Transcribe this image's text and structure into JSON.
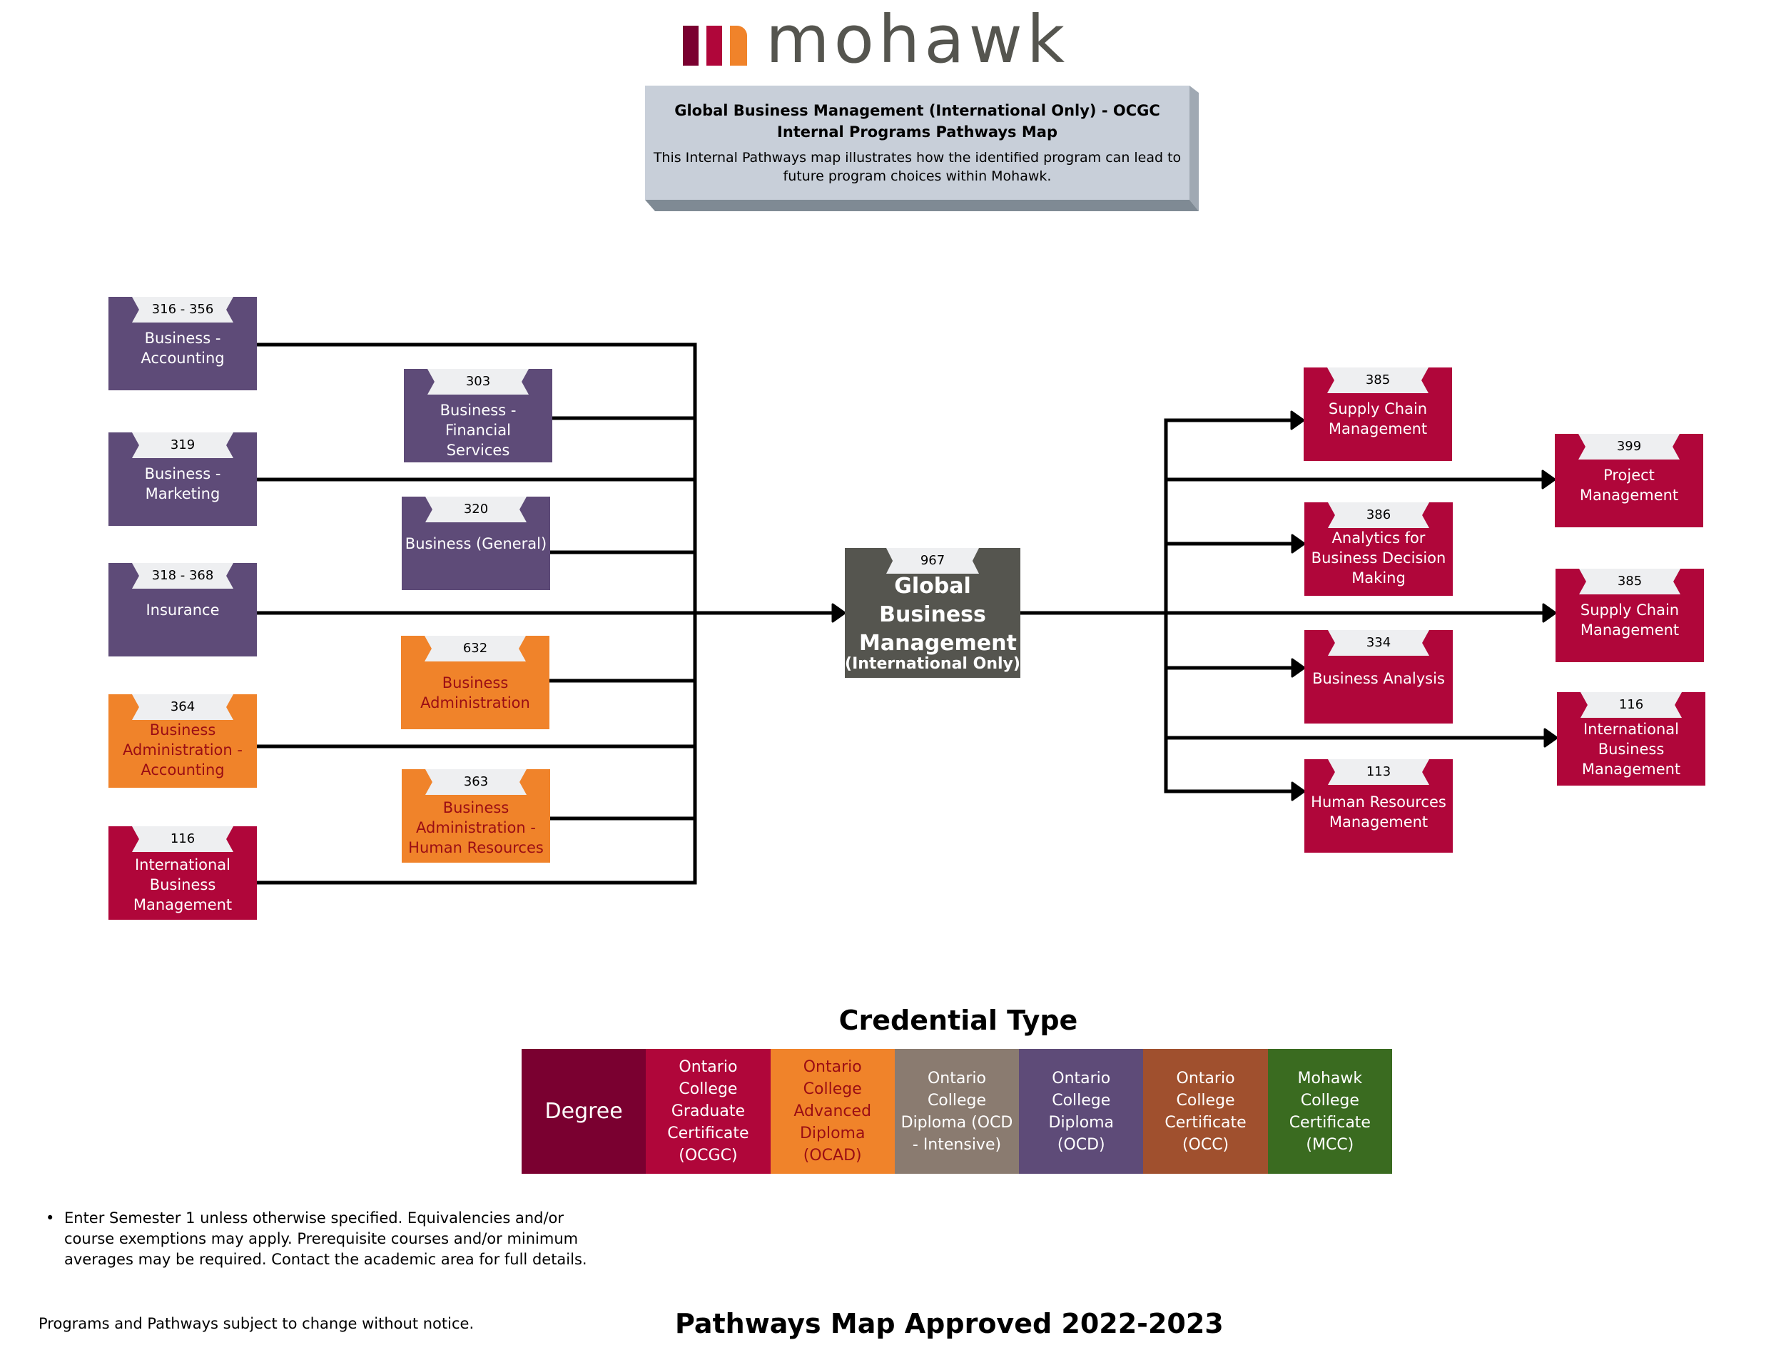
{
  "brand": {
    "logo_text": "mohawk",
    "bar_colors": [
      "#7a0030",
      "#b0063a",
      "#f0832a"
    ],
    "wordmark_color": "#55554f"
  },
  "header": {
    "title_line1": "Global Business Management (International Only) - OCGC",
    "title_line2": "Internal Programs Pathways Map",
    "description": "This Internal Pathways map illustrates how the identified program can lead to future program choices within Mohawk."
  },
  "center_program": {
    "code": "967",
    "name": "Global Business Management",
    "qualifier": "(International Only)",
    "credential": "center"
  },
  "incoming_programs": [
    {
      "code": "316 - 356",
      "name": "Business - Accounting",
      "credential": "OCD"
    },
    {
      "code": "303",
      "name": "Business - Financial Services",
      "credential": "OCD"
    },
    {
      "code": "319",
      "name": "Business - Marketing",
      "credential": "OCD"
    },
    {
      "code": "320",
      "name": "Business (General)",
      "credential": "OCD"
    },
    {
      "code": "318 - 368",
      "name": "Insurance",
      "credential": "OCD"
    },
    {
      "code": "632",
      "name": "Business Administration",
      "credential": "OCAD"
    },
    {
      "code": "364",
      "name": "Business Administration - Accounting",
      "credential": "OCAD"
    },
    {
      "code": "363",
      "name": "Business Administration - Human Resources",
      "credential": "OCAD"
    },
    {
      "code": "116",
      "name": "International Business Management",
      "credential": "OCGC"
    }
  ],
  "outgoing_programs": [
    {
      "code": "385",
      "name": "Supply Chain Management",
      "credential": "OCGC"
    },
    {
      "code": "399",
      "name": "Project Management",
      "credential": "OCGC"
    },
    {
      "code": "386",
      "name": "Analytics for Business Decision Making",
      "credential": "OCGC"
    },
    {
      "code": "385",
      "name": "Supply Chain Management",
      "credential": "OCGC"
    },
    {
      "code": "334",
      "name": "Business Analysis",
      "credential": "OCGC"
    },
    {
      "code": "116",
      "name": "International Business Management",
      "credential": "OCGC"
    },
    {
      "code": "113",
      "name": "Human Resources Management",
      "credential": "OCGC"
    }
  ],
  "legend": {
    "title": "Credential Type",
    "items": [
      {
        "label": "Degree",
        "color": "#7a0030",
        "text_color": "#ffffff"
      },
      {
        "label": "Ontario College Graduate Certificate (OCGC)",
        "color": "#b0063a",
        "text_color": "#ffffff"
      },
      {
        "label": "Ontario College Advanced Diploma (OCAD)",
        "color": "#f0832a",
        "text_color": "#9a0d14"
      },
      {
        "label": "Ontario College Diploma (OCD - Intensive)",
        "color": "#8a7b70",
        "text_color": "#ffffff"
      },
      {
        "label": "Ontario College Diploma (OCD)",
        "color": "#5e4b78",
        "text_color": "#ffffff"
      },
      {
        "label": "Ontario College Certificate (OCC)",
        "color": "#a0502e",
        "text_color": "#ffffff"
      },
      {
        "label": "Mohawk College Certificate (MCC)",
        "color": "#3a6b20",
        "text_color": "#ffffff"
      }
    ]
  },
  "footer": {
    "note_bullet": "•",
    "note": "Enter Semester 1 unless otherwise specified. Equivalencies and/or course exemptions may apply. Prerequisite courses and/or minimum averages may be required. Contact the academic area for full details.",
    "change_notice": "Programs and Pathways subject to change without notice.",
    "approved": "Pathways Map Approved 2022-2023"
  }
}
